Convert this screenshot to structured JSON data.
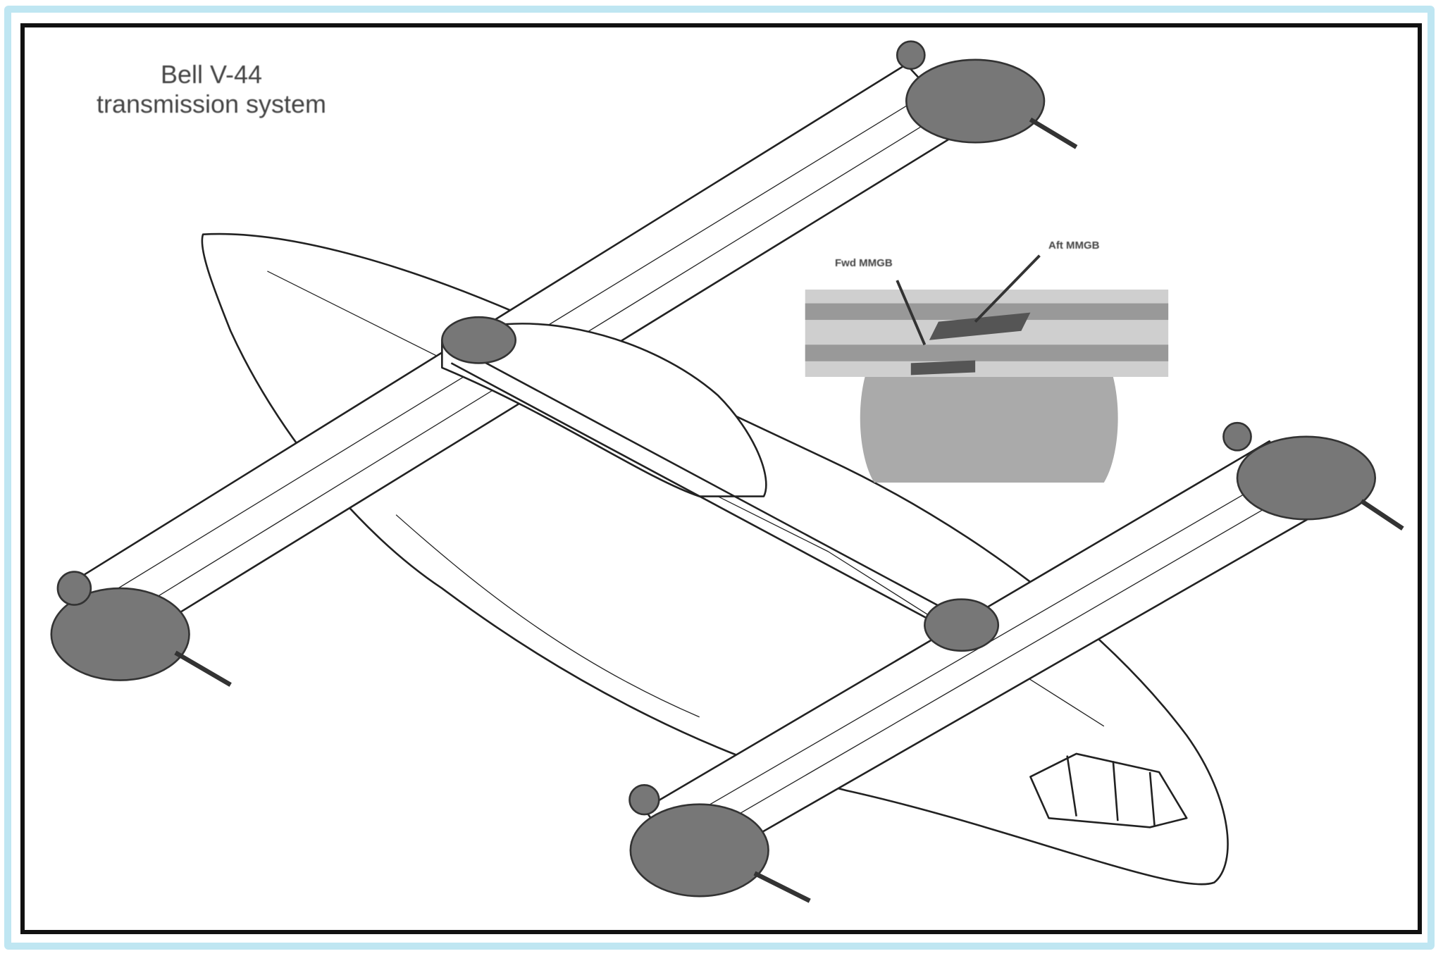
{
  "title": {
    "line1": "Bell V-44",
    "line2": "transmission system"
  },
  "inset": {
    "fwd_label": "Fwd MMGB",
    "aft_label": "Aft MMGB"
  },
  "colors": {
    "frame_border": "#111111",
    "outer_glow": "#bfe6f2",
    "inset_gray": "#9a9a9a"
  }
}
